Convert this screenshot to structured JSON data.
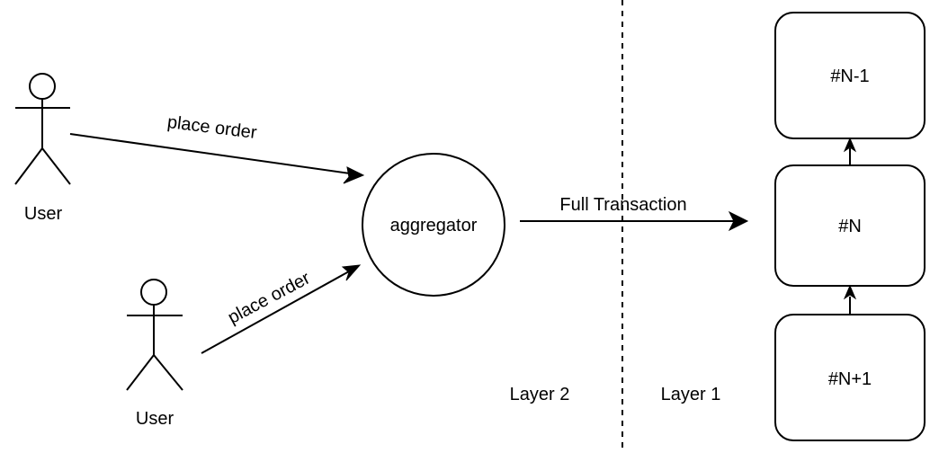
{
  "actors": [
    {
      "label": "User"
    },
    {
      "label": "User"
    }
  ],
  "edges": {
    "place_order_top": "place order",
    "place_order_bottom": "place order",
    "full_transaction": "Full Transaction"
  },
  "aggregator": {
    "label": "aggregator"
  },
  "layers": {
    "left": "Layer 2",
    "right": "Layer 1"
  },
  "blocks": [
    {
      "label": "#N-1"
    },
    {
      "label": "#N"
    },
    {
      "label": "#N+1"
    }
  ]
}
